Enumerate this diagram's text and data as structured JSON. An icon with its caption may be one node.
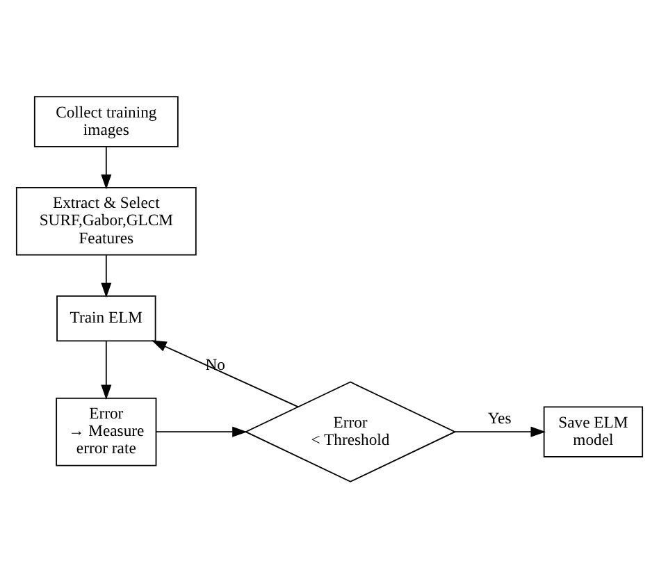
{
  "diagram": {
    "nodes": [
      {
        "text": [
          "Collect training images"
        ]
      },
      {
        "text": [
          "Extract & Select SURF,Gabor,GLCM Features"
        ]
      },
      {
        "text": [
          "Train ELM"
        ]
      },
      {
        "text": [
          "Error → Measure error rate"
        ]
      },
      {
        "text": [
          "Error < Threshold"
        ]
      },
      {
        "text": [
          "Save ELM model"
        ]
      }
    ],
    "edges": [
      {
        "from": 0,
        "to": 1,
        "arrow": "to"
      },
      {
        "from": 1,
        "to": 2,
        "arrow": "to"
      },
      {
        "from": 2,
        "to": 3,
        "arrow": "to"
      },
      {
        "from": 3,
        "to": 4,
        "arrow": "to"
      },
      {
        "from": 4,
        "to": 5,
        "arrow": "to",
        "label": "Yes"
      },
      {
        "from": 4,
        "to": 2,
        "arrow": "to",
        "label": "No"
      }
    ]
  }
}
